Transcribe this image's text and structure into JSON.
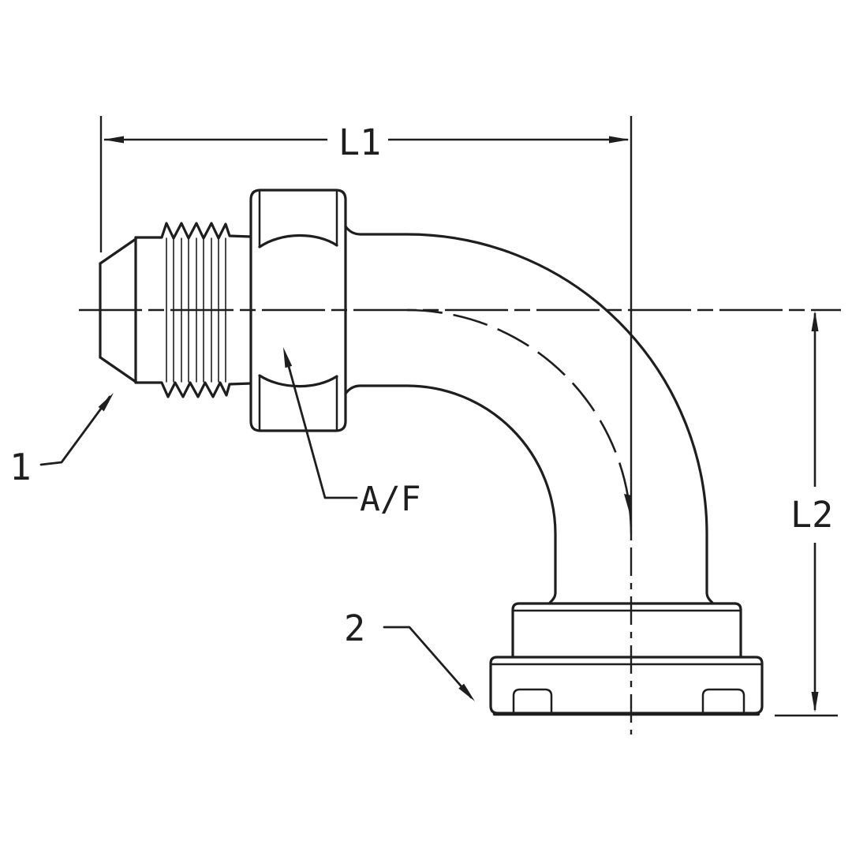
{
  "canvas": {
    "background": "#ffffff",
    "ink": "#1e1e1e"
  },
  "labels": {
    "l1": "L1",
    "l2": "L2",
    "af": "A/F",
    "callout1": "1",
    "callout2": "2"
  }
}
